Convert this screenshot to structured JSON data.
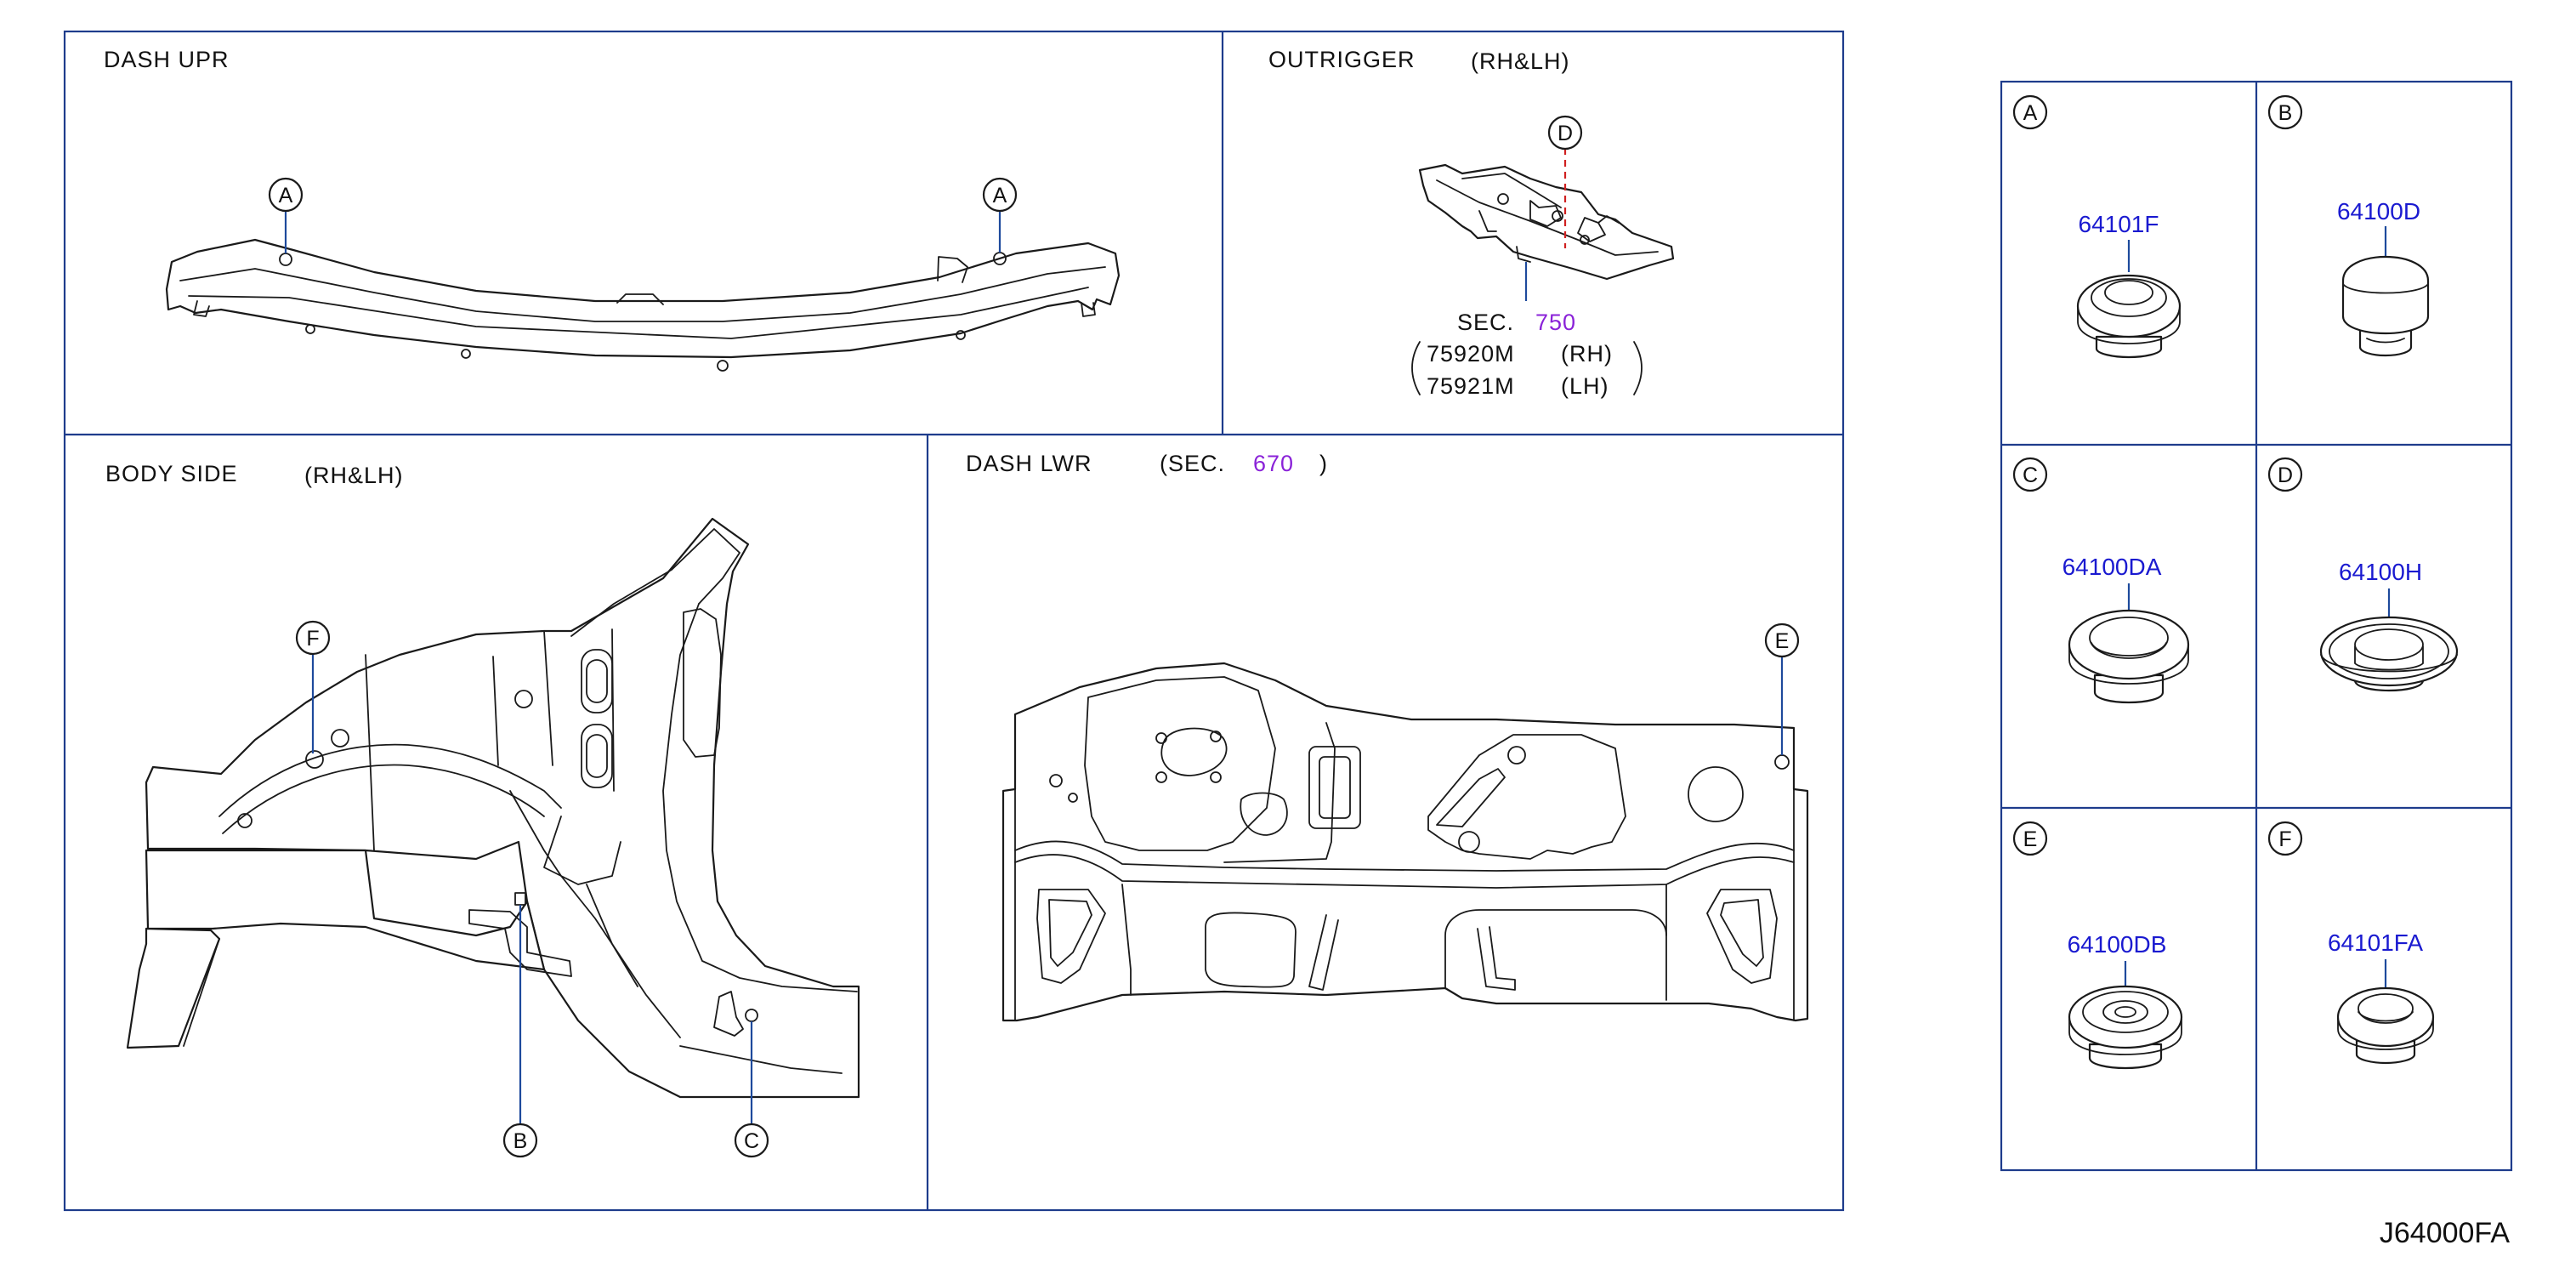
{
  "panels": {
    "dash_upr": {
      "title": "DASH   UPR"
    },
    "outrigger": {
      "title": "OUTRIGGER",
      "side": "(RH&LH)",
      "sec_label": "SEC.",
      "sec_number": "750",
      "parts": [
        {
          "number": "75920M",
          "side": "(RH)"
        },
        {
          "number": "75921M",
          "side": "(LH)"
        }
      ]
    },
    "body_side": {
      "title": "BODY   SIDE",
      "side": "(RH&LH)"
    },
    "dash_lwr": {
      "title": "DASH   LWR",
      "sec_open": "(SEC.",
      "sec_number": "670",
      "sec_close": ")"
    }
  },
  "callouts": {
    "dash_upr_left": "A",
    "dash_upr_right": "A",
    "outrigger": "D",
    "body_side_f": "F",
    "body_side_b": "B",
    "body_side_c": "C",
    "dash_lwr_e": "E"
  },
  "legend": [
    {
      "key": "A",
      "part_number": "64101F"
    },
    {
      "key": "B",
      "part_number": "64100D"
    },
    {
      "key": "C",
      "part_number": "64100DA"
    },
    {
      "key": "D",
      "part_number": "64100H"
    },
    {
      "key": "E",
      "part_number": "64100DB"
    },
    {
      "key": "F",
      "part_number": "64101FA"
    }
  ],
  "diagram_ref": "J64000FA",
  "colors": {
    "frame": "#1e3c8c",
    "part_number": "#1a1ad0",
    "section_ref": "#8a22d8",
    "leader": "#1e4a9c",
    "leader_dashed": "#d02020"
  }
}
